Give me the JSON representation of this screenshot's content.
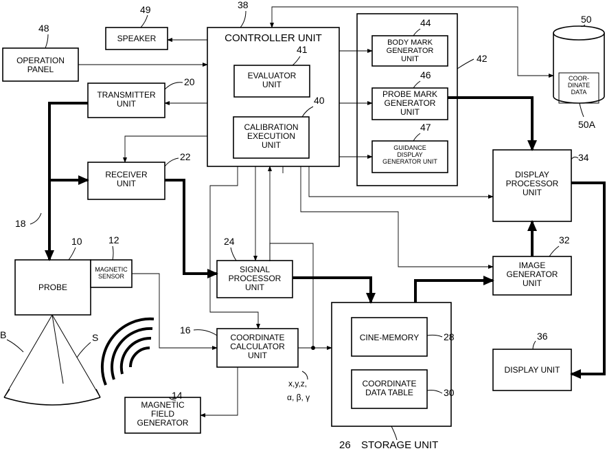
{
  "blocks": {
    "speaker": {
      "label": [
        "SPEAKER"
      ],
      "ref": "49"
    },
    "operation_panel": {
      "label": [
        "OPERATION",
        "PANEL"
      ],
      "ref": "48"
    },
    "controller": {
      "label": [
        "CONTROLLER UNIT"
      ],
      "ref": "38"
    },
    "evaluator": {
      "label": [
        "EVALUATOR",
        "UNIT"
      ],
      "ref": "41"
    },
    "calibration": {
      "label": [
        "CALIBRATION",
        "EXECUTION",
        "UNIT"
      ],
      "ref": "40"
    },
    "transmitter": {
      "label": [
        "TRANSMITTER",
        "UNIT"
      ],
      "ref": "20"
    },
    "receiver": {
      "label": [
        "RECEIVER",
        "UNIT"
      ],
      "ref": "22"
    },
    "group42": {
      "ref": "42"
    },
    "body_mark": {
      "label": [
        "BODY MARK",
        "GENERATOR",
        "UNIT"
      ],
      "ref": "44"
    },
    "probe_mark": {
      "label": [
        "PROBE MARK",
        "GENERATOR",
        "UNIT"
      ],
      "ref": "46"
    },
    "guidance": {
      "label": [
        "GUIDANCE",
        "DISPLAY",
        "GENERATOR UNIT"
      ],
      "ref": "47"
    },
    "coord_data": {
      "label": [
        "COOR-",
        "DINATE",
        "DATA"
      ],
      "ref": "50",
      "ref_inner": "50A"
    },
    "display_processor": {
      "label": [
        "DISPLAY",
        "PROCESSOR",
        "UNIT"
      ],
      "ref": "34"
    },
    "image_generator": {
      "label": [
        "IMAGE",
        "GENERATOR",
        "UNIT"
      ],
      "ref": "32"
    },
    "display_unit": {
      "label": [
        "DISPLAY UNIT"
      ],
      "ref": "36"
    },
    "signal_processor": {
      "label": [
        "SIGNAL",
        "PROCESSOR",
        "UNIT"
      ],
      "ref": "24"
    },
    "storage": {
      "label": "STORAGE UNIT",
      "ref": "26"
    },
    "cine_memory": {
      "label": [
        "CINE-MEMORY"
      ],
      "ref": "28"
    },
    "coord_table": {
      "label": [
        "COORDINATE",
        "DATA TABLE"
      ],
      "ref": "30"
    },
    "coord_calc": {
      "label": [
        "COORDINATE",
        "CALCULATOR",
        "UNIT"
      ],
      "ref": "16"
    },
    "probe": {
      "label": [
        "PROBE"
      ],
      "ref": "10"
    },
    "magnetic_sensor": {
      "label": [
        "MAGNETIC",
        "SENSOR"
      ],
      "ref": "12"
    },
    "magnetic_field": {
      "label": [
        "MAGNETIC",
        "FIELD",
        "GENERATOR"
      ],
      "ref": "14"
    }
  },
  "annotations": {
    "cable_ref": "18",
    "beam_b": "B",
    "beam_s": "S",
    "coords_line1": "x,y,z,",
    "coords_line2": "α, β, γ"
  }
}
